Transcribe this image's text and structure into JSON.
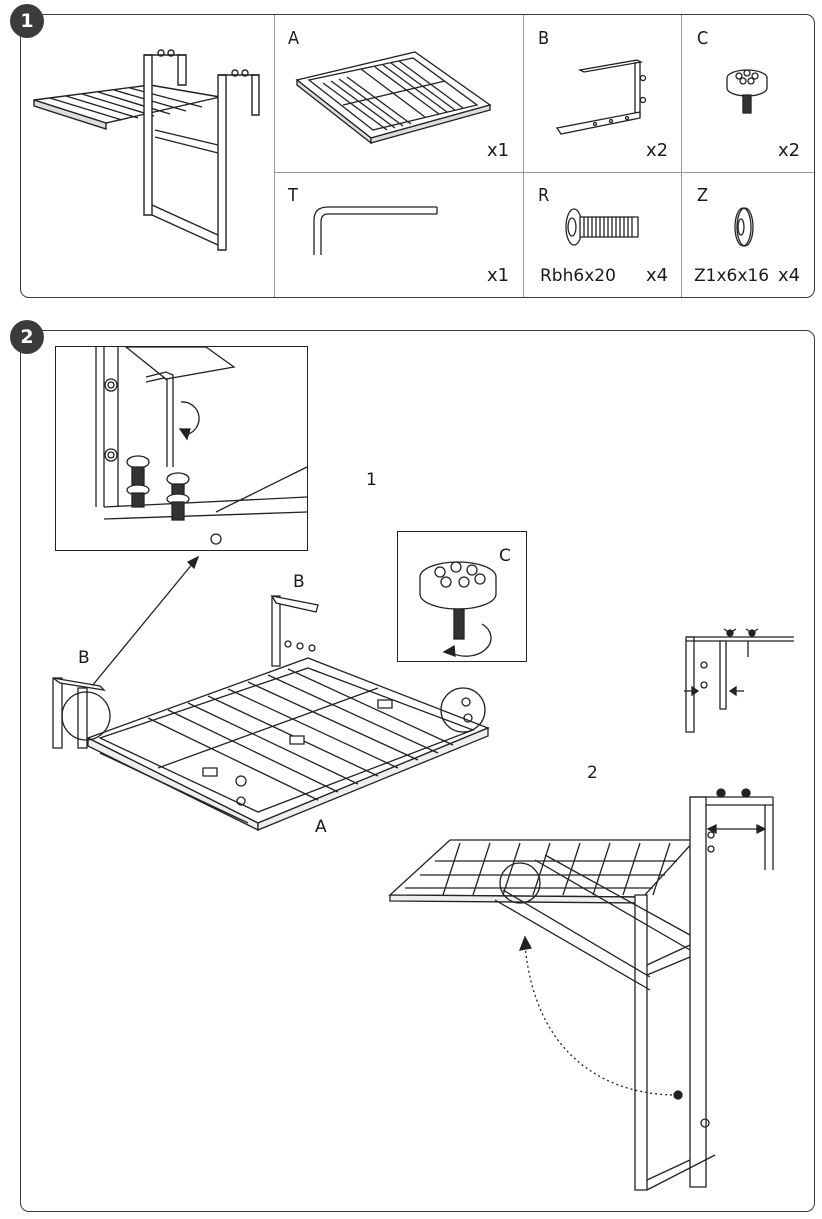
{
  "steps": [
    {
      "number": "1"
    },
    {
      "number": "2"
    }
  ],
  "parts": [
    {
      "letter": "A",
      "qty": "x1",
      "icon": "table-top-icon"
    },
    {
      "letter": "B",
      "qty": "x2",
      "icon": "hanging-bracket-icon"
    },
    {
      "letter": "C",
      "qty": "x2",
      "icon": "adjustable-foot-icon"
    },
    {
      "letter": "T",
      "qty": "x1",
      "icon": "hex-key-icon"
    },
    {
      "letter": "R",
      "qty": "x4",
      "code": "Rbh6x20",
      "icon": "bolt-icon"
    },
    {
      "letter": "Z",
      "qty": "x4",
      "code": "Z1x6x16",
      "icon": "washer-icon"
    }
  ],
  "step2": {
    "substep1": "1",
    "substep2": "2",
    "label_b_left": "B",
    "label_b_right": "B",
    "label_a": "A",
    "label_c": "C"
  },
  "colors": {
    "badge": "#3b3b3b",
    "line": "#222222",
    "border": "#3a3a3a"
  }
}
